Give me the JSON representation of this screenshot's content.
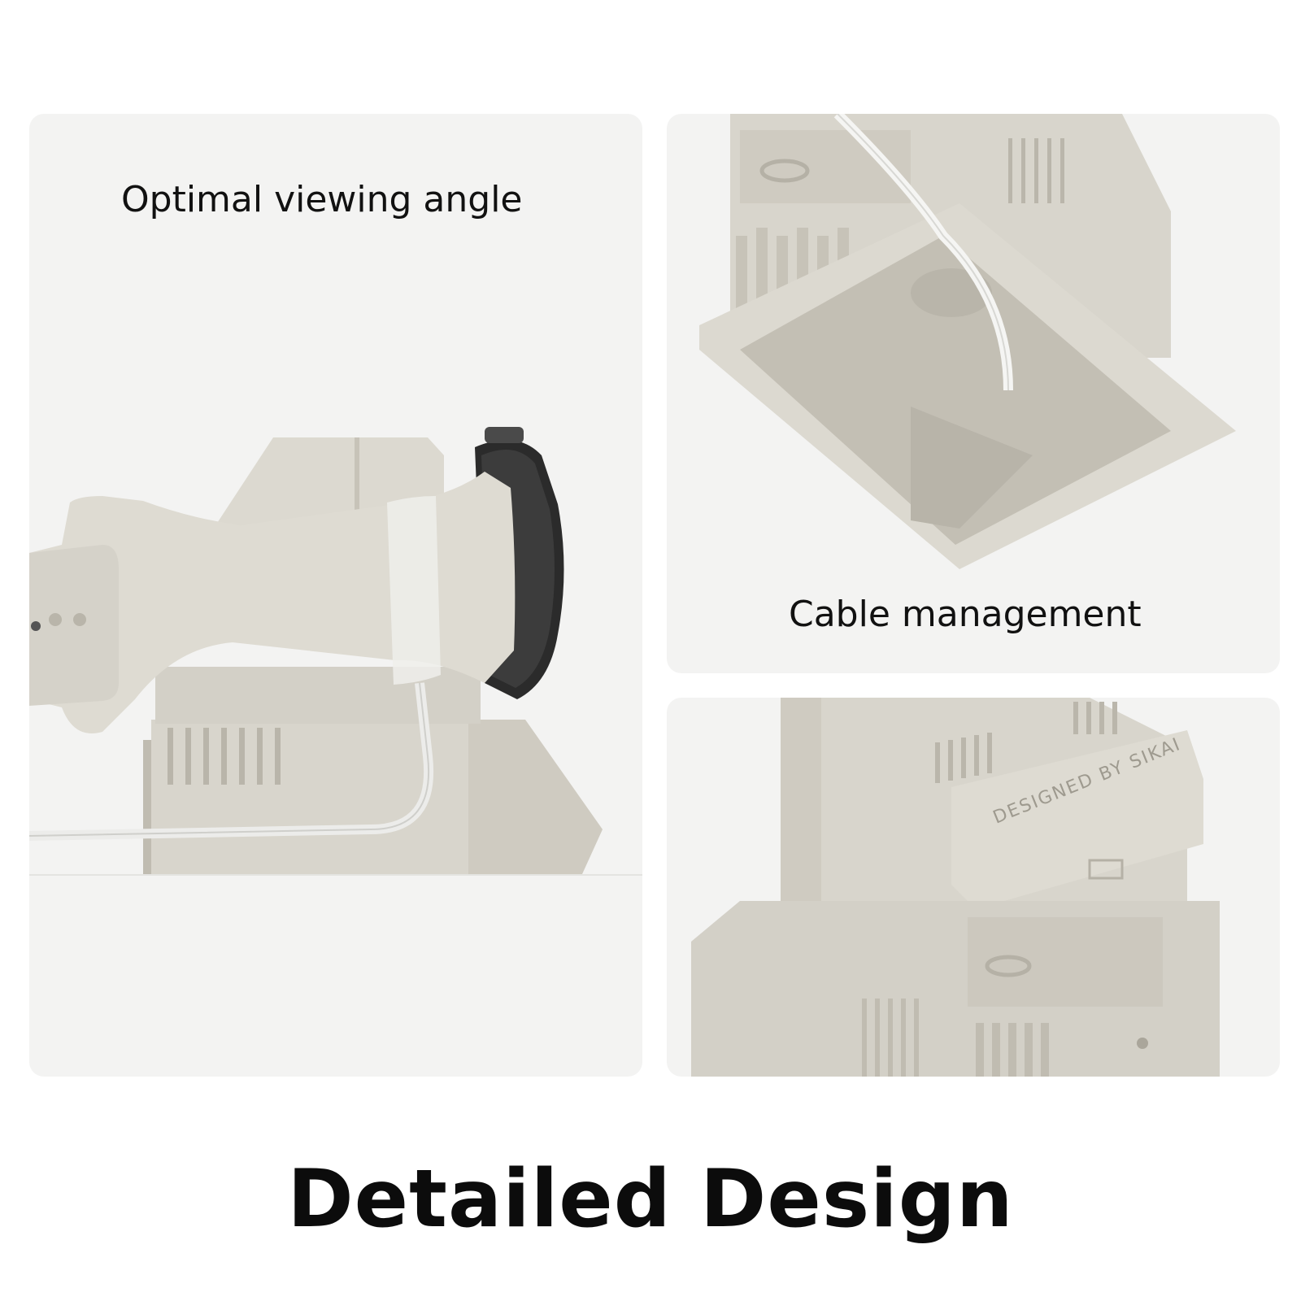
{
  "panels": [
    {
      "caption": "Optimal viewing angle",
      "scene": "watch-charging-stand-side-view"
    },
    {
      "caption": "Cable management",
      "scene": "stand-bottom-cable-channel"
    },
    {
      "caption": "",
      "scene": "stand-rear-detail",
      "engraving": "DESIGNED BY SIKAI"
    }
  ],
  "title": "Detailed Design",
  "colors": {
    "panel_background": "#f3f3f2",
    "product_body": "#d9d6cd",
    "product_shadow": "#c2beb3",
    "watch_case": "#2b2b2b",
    "text": "#111111"
  }
}
